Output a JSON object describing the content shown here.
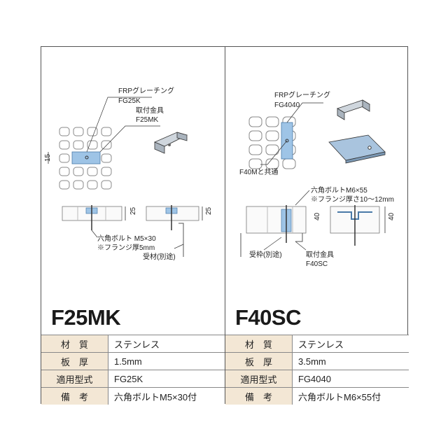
{
  "left": {
    "model": "F25MK",
    "labels": {
      "grating": "FRPグレーチング",
      "grating_model": "FG25K",
      "fitting": "取付金具",
      "fitting_model": "F25MK",
      "dim_plan": "15",
      "dim_side1": "25",
      "dim_side2": "25",
      "bolt": "六角ボルト M5×30",
      "flange": "※フランジ厚5mm",
      "support": "受材(別途)"
    },
    "specs": [
      {
        "key": "材　質",
        "value": "ステンレス"
      },
      {
        "key": "板　厚",
        "value": "1.5mm"
      },
      {
        "key": "適用型式",
        "value": "FG25K"
      },
      {
        "key": "備　考",
        "value": "六角ボルトM5×30付"
      }
    ]
  },
  "right": {
    "model": "F40SC",
    "labels": {
      "grating": "FRPグレーチング",
      "grating_model": "FG4040",
      "shared": "F40Mと共通",
      "bolt": "六角ボルトM6×55",
      "flange": "※フランジ厚さ10～12mm",
      "dim_side1": "40",
      "dim_side2": "40",
      "frame": "受枠(別途)",
      "fitting": "取付金具",
      "fitting_model": "F40SC"
    },
    "specs": [
      {
        "key": "材　質",
        "value": "ステンレス"
      },
      {
        "key": "板　厚",
        "value": "3.5mm"
      },
      {
        "key": "適用型式",
        "value": "FG4040"
      },
      {
        "key": "備　考",
        "value": "六角ボルトM6×55付"
      }
    ]
  },
  "colors": {
    "spec_header_bg": "#f3e7d5",
    "fitting_blue": "#9ec4e6",
    "line": "#555555"
  }
}
